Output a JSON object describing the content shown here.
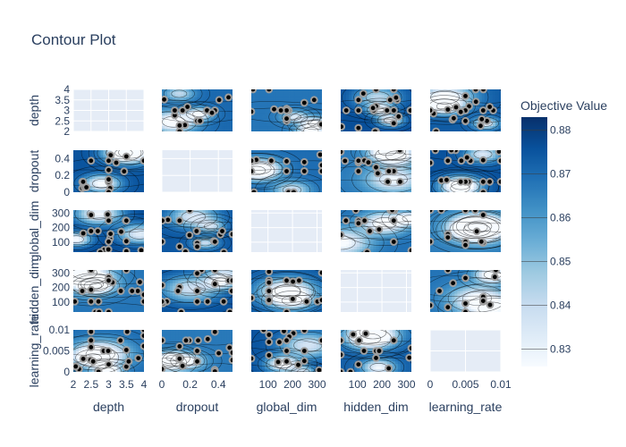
{
  "chart_data": {
    "type": "contour",
    "title": "Contour Plot",
    "params": [
      {
        "name": "depth",
        "range": [
          2,
          4
        ],
        "ticks": [
          2,
          2.5,
          3,
          3.5,
          4
        ],
        "tick_labels": [
          "2",
          "2.5",
          "3",
          "3.5",
          "4"
        ]
      },
      {
        "name": "dropout",
        "range": [
          0,
          0.5
        ],
        "ticks": [
          0,
          0.2,
          0.4
        ],
        "tick_labels": [
          "0",
          "0.2",
          "0.4"
        ]
      },
      {
        "name": "global_dim",
        "range": [
          32,
          320
        ],
        "ticks": [
          100,
          200,
          300
        ],
        "tick_labels": [
          "100",
          "200",
          "300"
        ]
      },
      {
        "name": "hidden_dim",
        "range": [
          32,
          320
        ],
        "ticks": [
          100,
          200,
          300
        ],
        "tick_labels": [
          "100",
          "200",
          "300"
        ]
      },
      {
        "name": "learning_rate",
        "range": [
          0,
          0.01
        ],
        "ticks": [
          0,
          0.005,
          0.01
        ],
        "tick_labels": [
          "0",
          "0.005",
          "0.01"
        ]
      }
    ],
    "colorbar": {
      "title": "Objective Value",
      "range": [
        0.826,
        0.883
      ],
      "ticks": [
        0.83,
        0.84,
        0.85,
        0.86,
        0.87,
        0.88
      ],
      "tick_labels": [
        "0.83",
        "0.84",
        "0.85",
        "0.86",
        "0.87",
        "0.88"
      ],
      "colorscale": [
        "#f7fbff",
        "#deebf7",
        "#c6dbef",
        "#9ecae1",
        "#6baed6",
        "#4292c6",
        "#2171b5",
        "#08519c",
        "#08306b"
      ]
    },
    "trial_colors": {
      "fill": "#000000",
      "border": "#9e9e9e"
    },
    "grid": true,
    "legend": "right"
  }
}
